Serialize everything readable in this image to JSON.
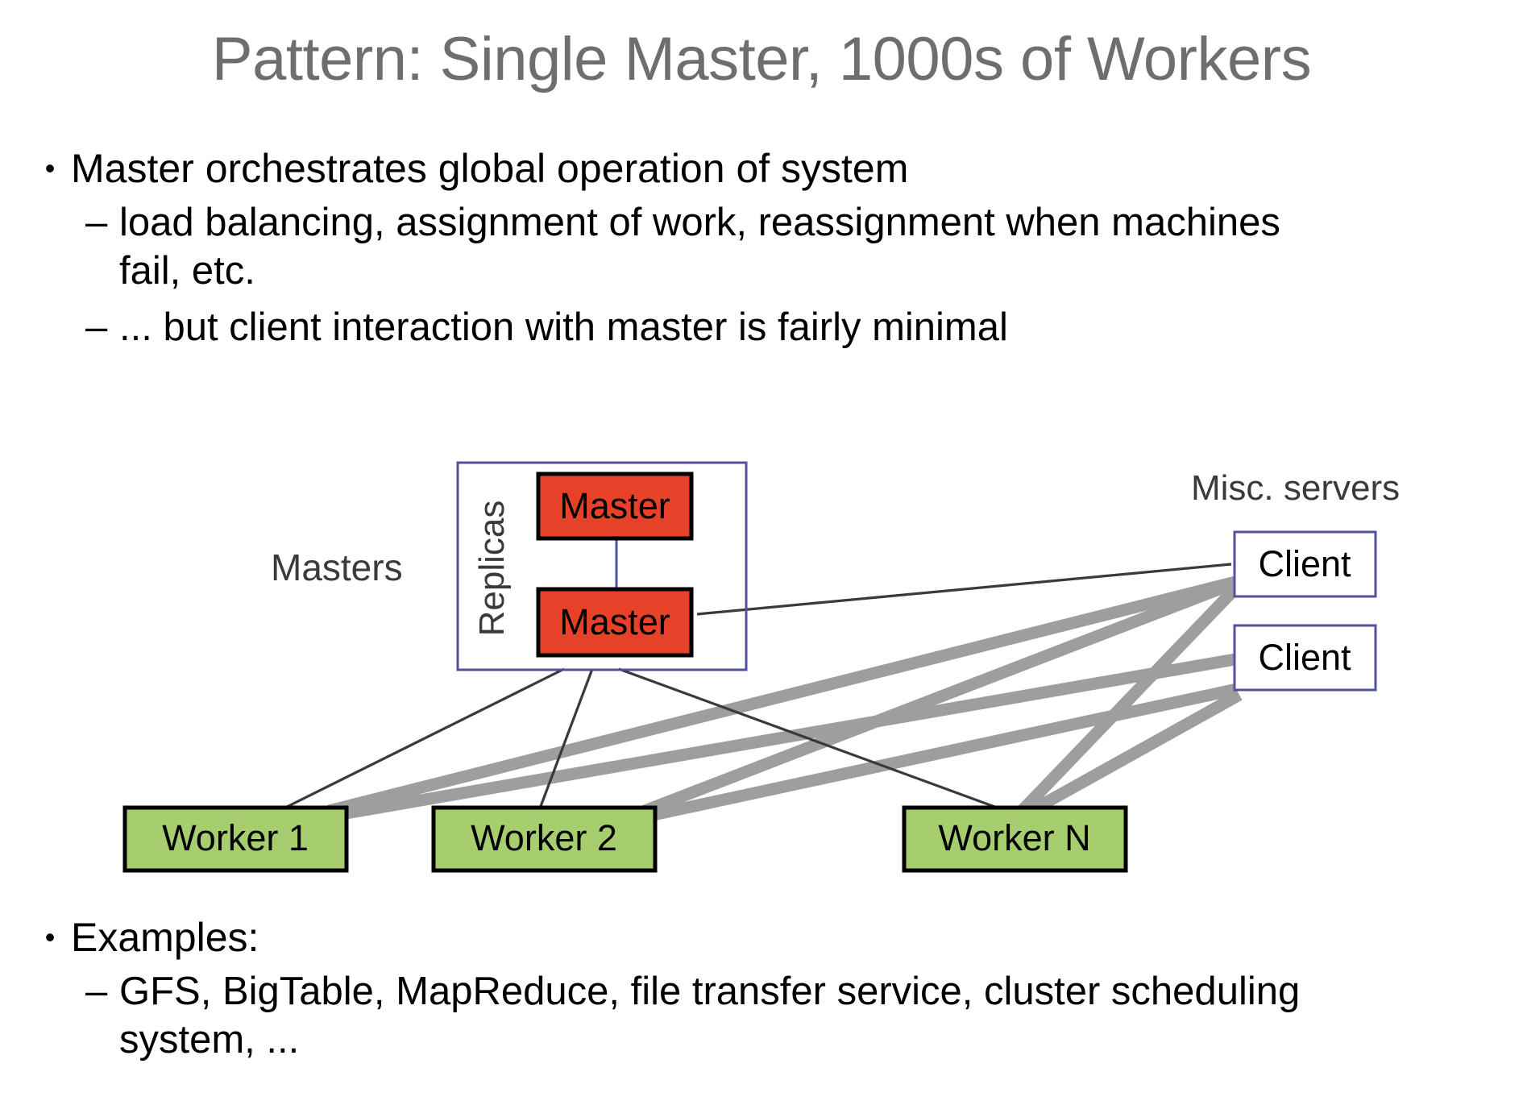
{
  "slide": {
    "title": "Pattern: Single Master, 1000s of Workers"
  },
  "bullets_top": [
    {
      "level": 1,
      "marker": "•",
      "text": "Master orchestrates global operation of system"
    },
    {
      "level": 2,
      "marker": "–",
      "text": "load balancing, assignment of work, reassignment when machines fail, etc."
    },
    {
      "level": 2,
      "marker": "–",
      "text": "... but client interaction with master is fairly minimal"
    }
  ],
  "bullets_bottom": [
    {
      "level": 1,
      "marker": "•",
      "text": "Examples:"
    },
    {
      "level": 2,
      "marker": "–",
      "text": "GFS, BigTable, MapReduce, file transfer service, cluster scheduling system, ..."
    }
  ],
  "diagram": {
    "labels": {
      "masters_group": "Masters",
      "replicas_axis": "Replicas",
      "misc_servers": "Misc. servers"
    },
    "masters": [
      {
        "label": "Master"
      },
      {
        "label": "Master"
      }
    ],
    "workers": [
      {
        "label": "Worker 1"
      },
      {
        "label": "Worker 2"
      },
      {
        "label": "Worker N"
      }
    ],
    "clients": [
      {
        "label": "Client"
      },
      {
        "label": "Client"
      }
    ]
  },
  "colors": {
    "title_gray": "#6e6e6e",
    "master_fill": "#E8412A",
    "master_stroke": "#000000",
    "worker_fill": "#A6CE6E",
    "worker_stroke": "#000000",
    "client_fill": "#ffffff",
    "client_stroke": "#51519B",
    "group_stroke": "#51519B",
    "thin_link": "#3a3a3a",
    "thick_link": "#9e9e9e",
    "label_gray": "#3a3a3a",
    "background": "#ffffff"
  }
}
